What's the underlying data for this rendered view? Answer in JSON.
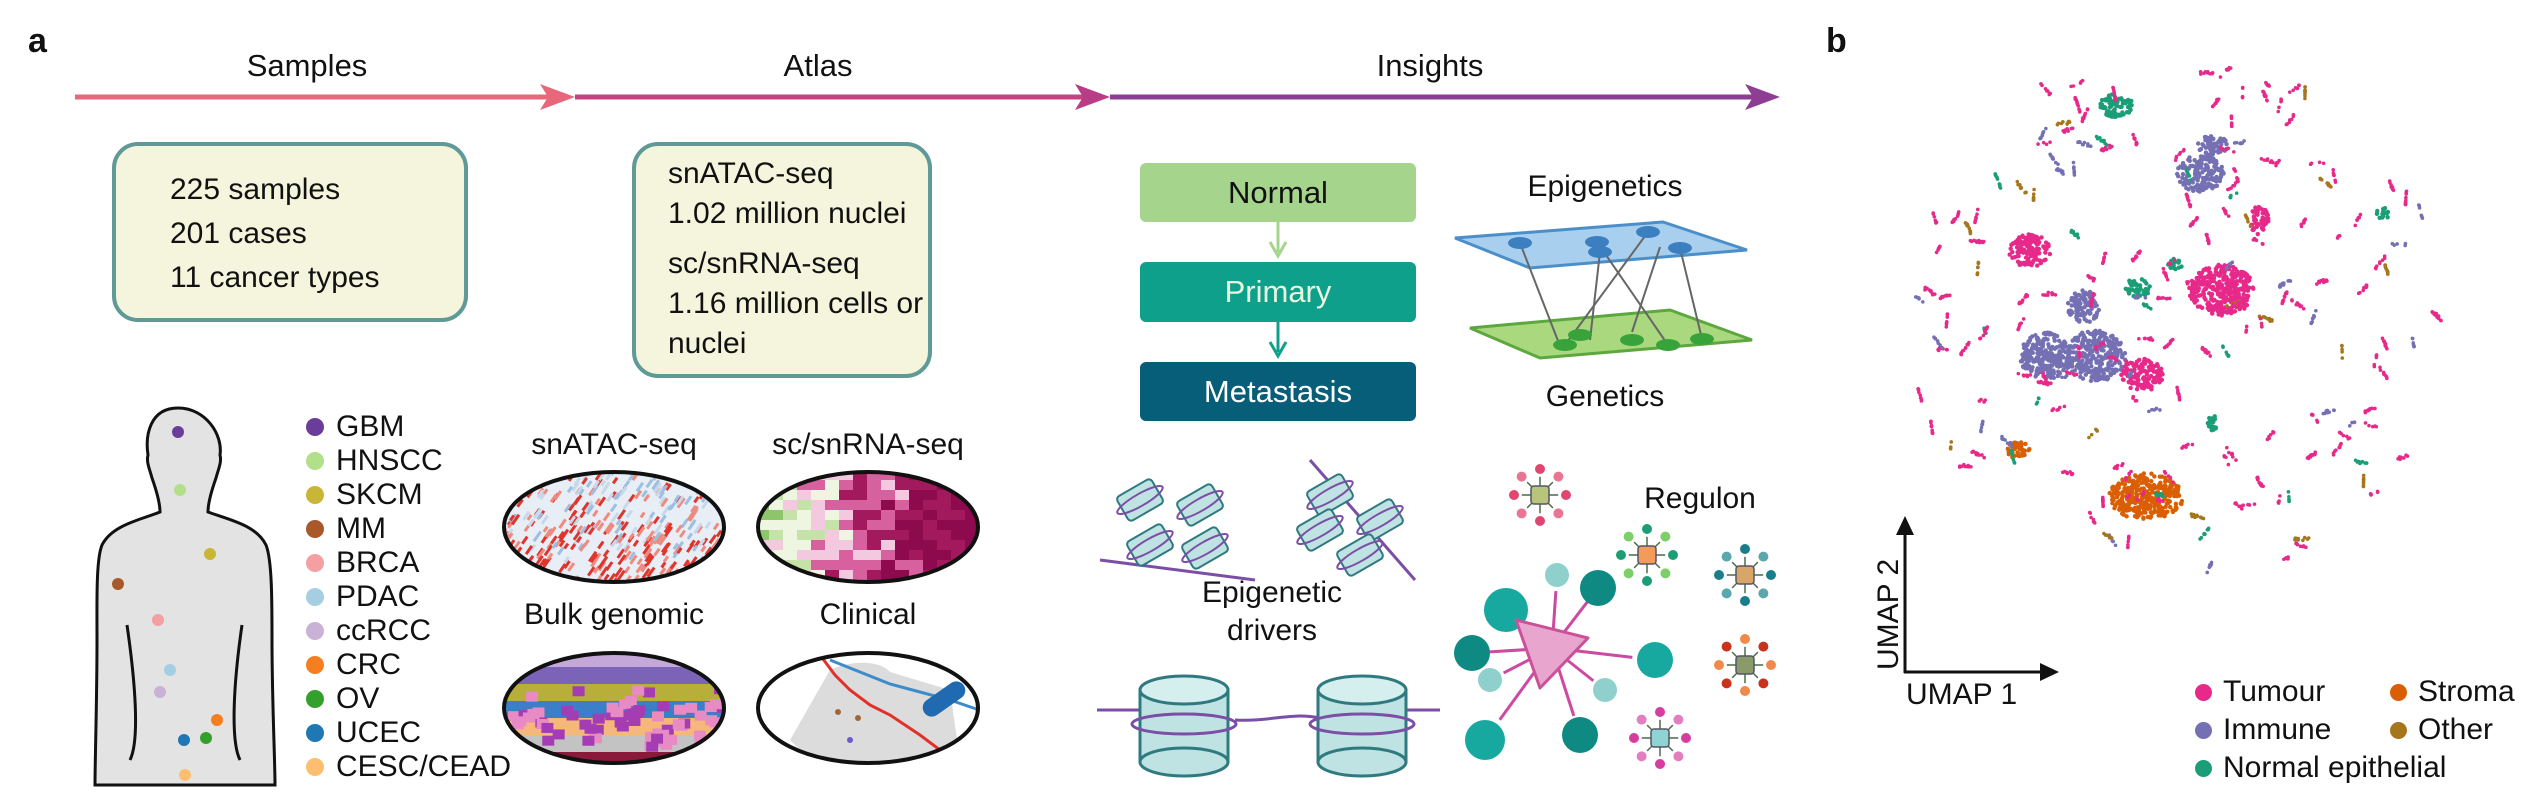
{
  "panel_a": {
    "label": "a",
    "stages": [
      "Samples",
      "Atlas",
      "Insights"
    ],
    "stage_colors": [
      "#e8677a",
      "#c7407f",
      "#8e3d94"
    ],
    "samples_box": [
      "225 samples",
      "201 cases",
      "11 cancer types"
    ],
    "atlas_box": {
      "snatac_title": "snATAC-seq",
      "snatac_value": "1.02 million nuclei",
      "rna_title": "sc/snRNA-seq",
      "rna_value_line1": "1.16 million cells or",
      "rna_value_line2": "nuclei"
    },
    "progression": [
      {
        "label": "Normal",
        "color": "#a5d48c",
        "text_color": "#111111"
      },
      {
        "label": "Primary",
        "color": "#0ea08a",
        "text_color": "#e8f6e0"
      },
      {
        "label": "Metastasis",
        "color": "#065e78",
        "text_color": "#ffffff"
      }
    ],
    "layers": {
      "top": "Epigenetics",
      "bottom": "Genetics"
    },
    "cancer_types": [
      {
        "name": "GBM",
        "color": "#6a3d9a"
      },
      {
        "name": "HNSCC",
        "color": "#b2df8a"
      },
      {
        "name": "SKCM",
        "color": "#c9b637"
      },
      {
        "name": "MM",
        "color": "#a9582a"
      },
      {
        "name": "BRCA",
        "color": "#f4a0a3"
      },
      {
        "name": "PDAC",
        "color": "#a6cee3"
      },
      {
        "name": "ccRCC",
        "color": "#cab2d6"
      },
      {
        "name": "CRC",
        "color": "#f57f20"
      },
      {
        "name": "OV",
        "color": "#33a02c"
      },
      {
        "name": "UCEC",
        "color": "#1f78b4"
      },
      {
        "name": "CESC/CEAD",
        "color": "#fdbf6f"
      }
    ],
    "data_types": [
      "snATAC-seq",
      "sc/snRNA-seq",
      "Bulk genomic",
      "Clinical"
    ],
    "epigenetic_drivers_line1": "Epigenetic",
    "epigenetic_drivers_line2": "drivers",
    "regulon": "Regulon"
  },
  "panel_b": {
    "label": "b",
    "x_axis": "UMAP 1",
    "y_axis": "UMAP 2",
    "legend": [
      {
        "name": "Tumour",
        "color": "#e7298a"
      },
      {
        "name": "Stroma",
        "color": "#d95f02"
      },
      {
        "name": "Immune",
        "color": "#7570b3"
      },
      {
        "name": "Other",
        "color": "#a6761d"
      },
      {
        "name": "Normal epithelial",
        "color": "#1b9e77"
      }
    ]
  }
}
